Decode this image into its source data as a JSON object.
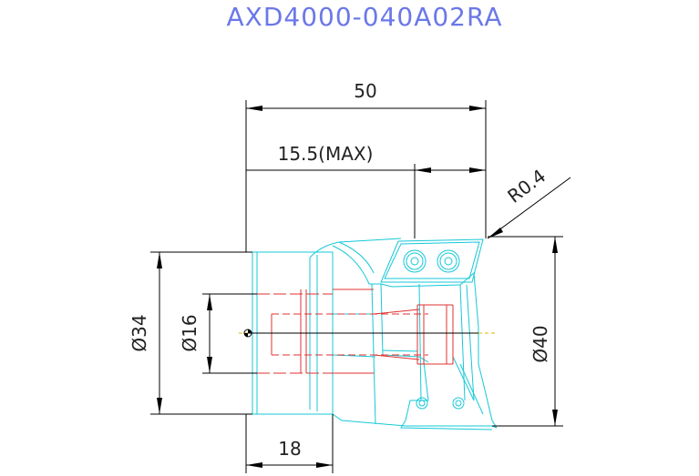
{
  "title": "AXD4000-040A02RA",
  "dimensions": {
    "overall_length": "50",
    "max_depth": "15.5(MAX)",
    "corner_radius": "R0.4",
    "shank_diameter": "Ø34",
    "bore_diameter": "Ø16",
    "cutting_diameter": "Ø40",
    "shank_length": "18"
  },
  "colors": {
    "title": "#6b78e8",
    "outline": "#16c8d8",
    "hidden_lines": "#e03030",
    "dimensions": "#000000"
  }
}
